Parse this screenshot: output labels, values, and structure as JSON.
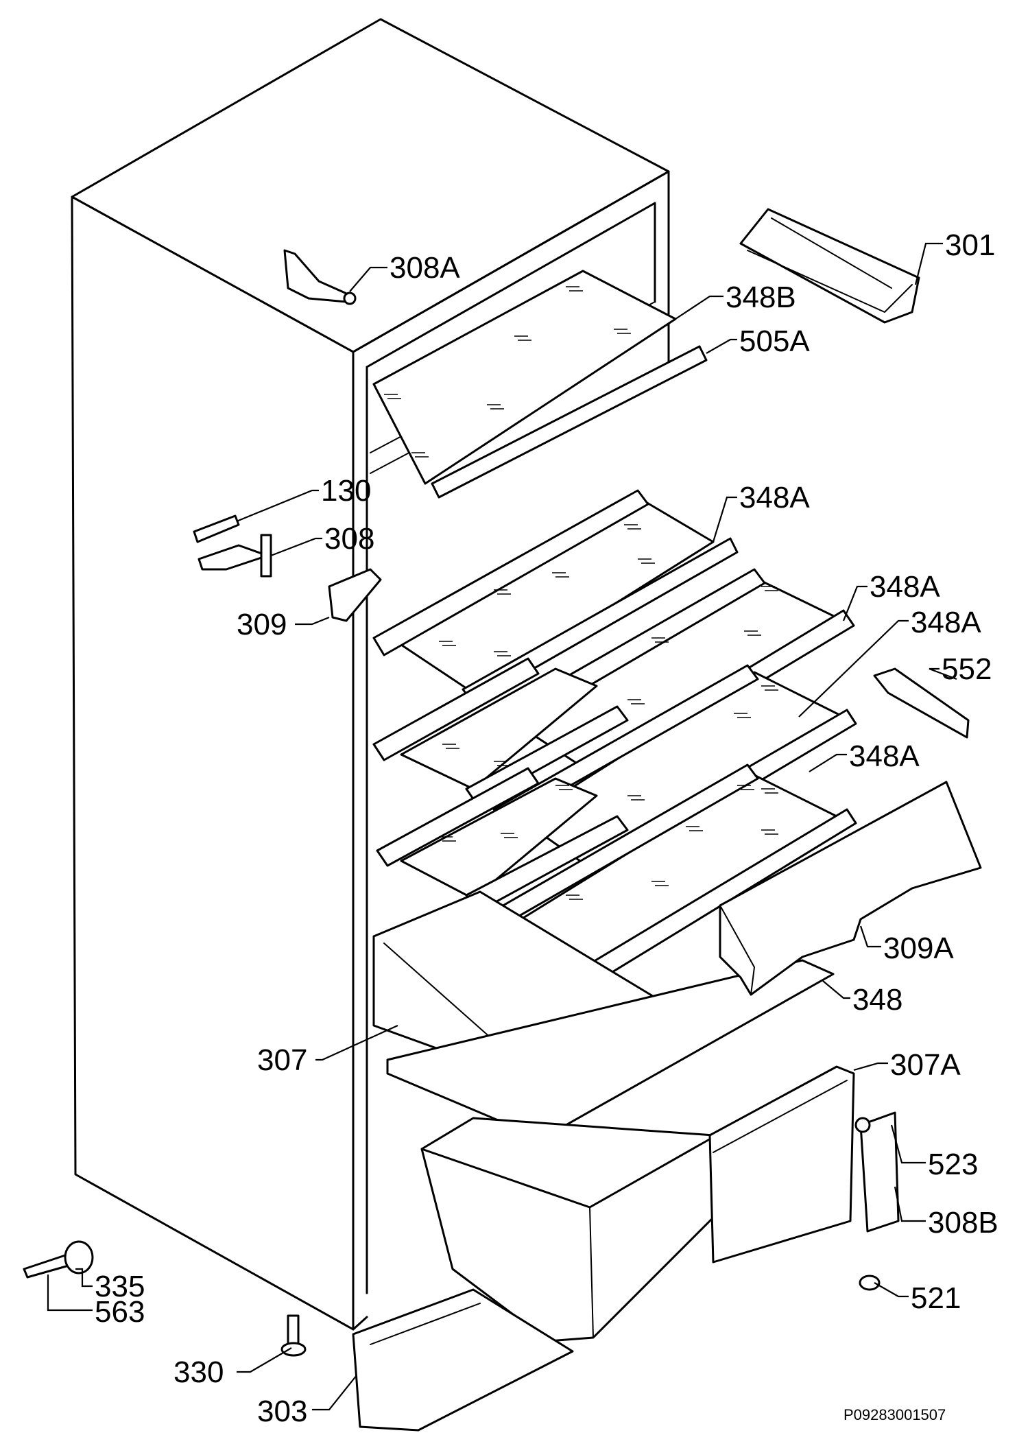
{
  "labels": {
    "l308A": "308A",
    "l301": "301",
    "l348B": "348B",
    "l505A": "505A",
    "l130": "130",
    "l348A_1": "348A",
    "l308": "308",
    "l348A_2": "348A",
    "l309": "309",
    "l348A_3": "348A",
    "l552": "552",
    "l348A_4": "348A",
    "l309A": "309A",
    "l348": "348",
    "l307": "307",
    "l307A": "307A",
    "l523": "523",
    "l308B": "308B",
    "l335": "335",
    "l563": "563",
    "l521": "521",
    "l330": "330",
    "l303": "303"
  },
  "reference_code": "P09283001507"
}
